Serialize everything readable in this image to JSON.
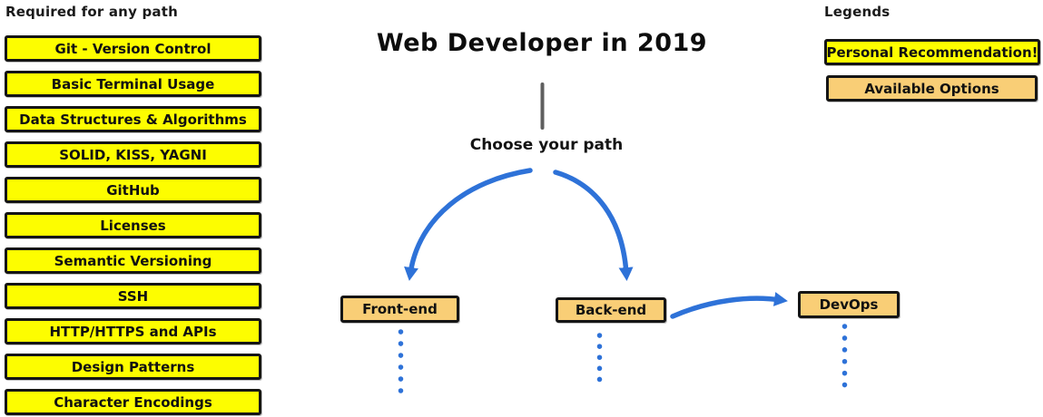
{
  "title": "Web Developer in 2019",
  "required": {
    "heading": "Required for any path",
    "items": [
      "Git - Version Control",
      "Basic Terminal Usage",
      "Data Structures & Algorithms",
      "SOLID, KISS, YAGNI",
      "GitHub",
      "Licenses",
      "Semantic Versioning",
      "SSH",
      "HTTP/HTTPS and APIs",
      "Design Patterns",
      "Character Encodings"
    ]
  },
  "flow": {
    "prompt": "Choose your path",
    "nodes": [
      {
        "id": "front-end",
        "label": "Front-end"
      },
      {
        "id": "back-end",
        "label": "Back-end"
      },
      {
        "id": "devops",
        "label": "DevOps"
      }
    ]
  },
  "legend": {
    "heading": "Legends",
    "items": [
      {
        "label": "Personal Recommendation!",
        "style": "recommendation"
      },
      {
        "label": "Available Options",
        "style": "option"
      }
    ]
  },
  "colors": {
    "recommendation_yellow": "#FDFD00",
    "available_tan": "#F9CE76",
    "arrow_blue": "#2E72D8",
    "stem_gray": "#5F5F5F",
    "ink_black": "#151515"
  }
}
